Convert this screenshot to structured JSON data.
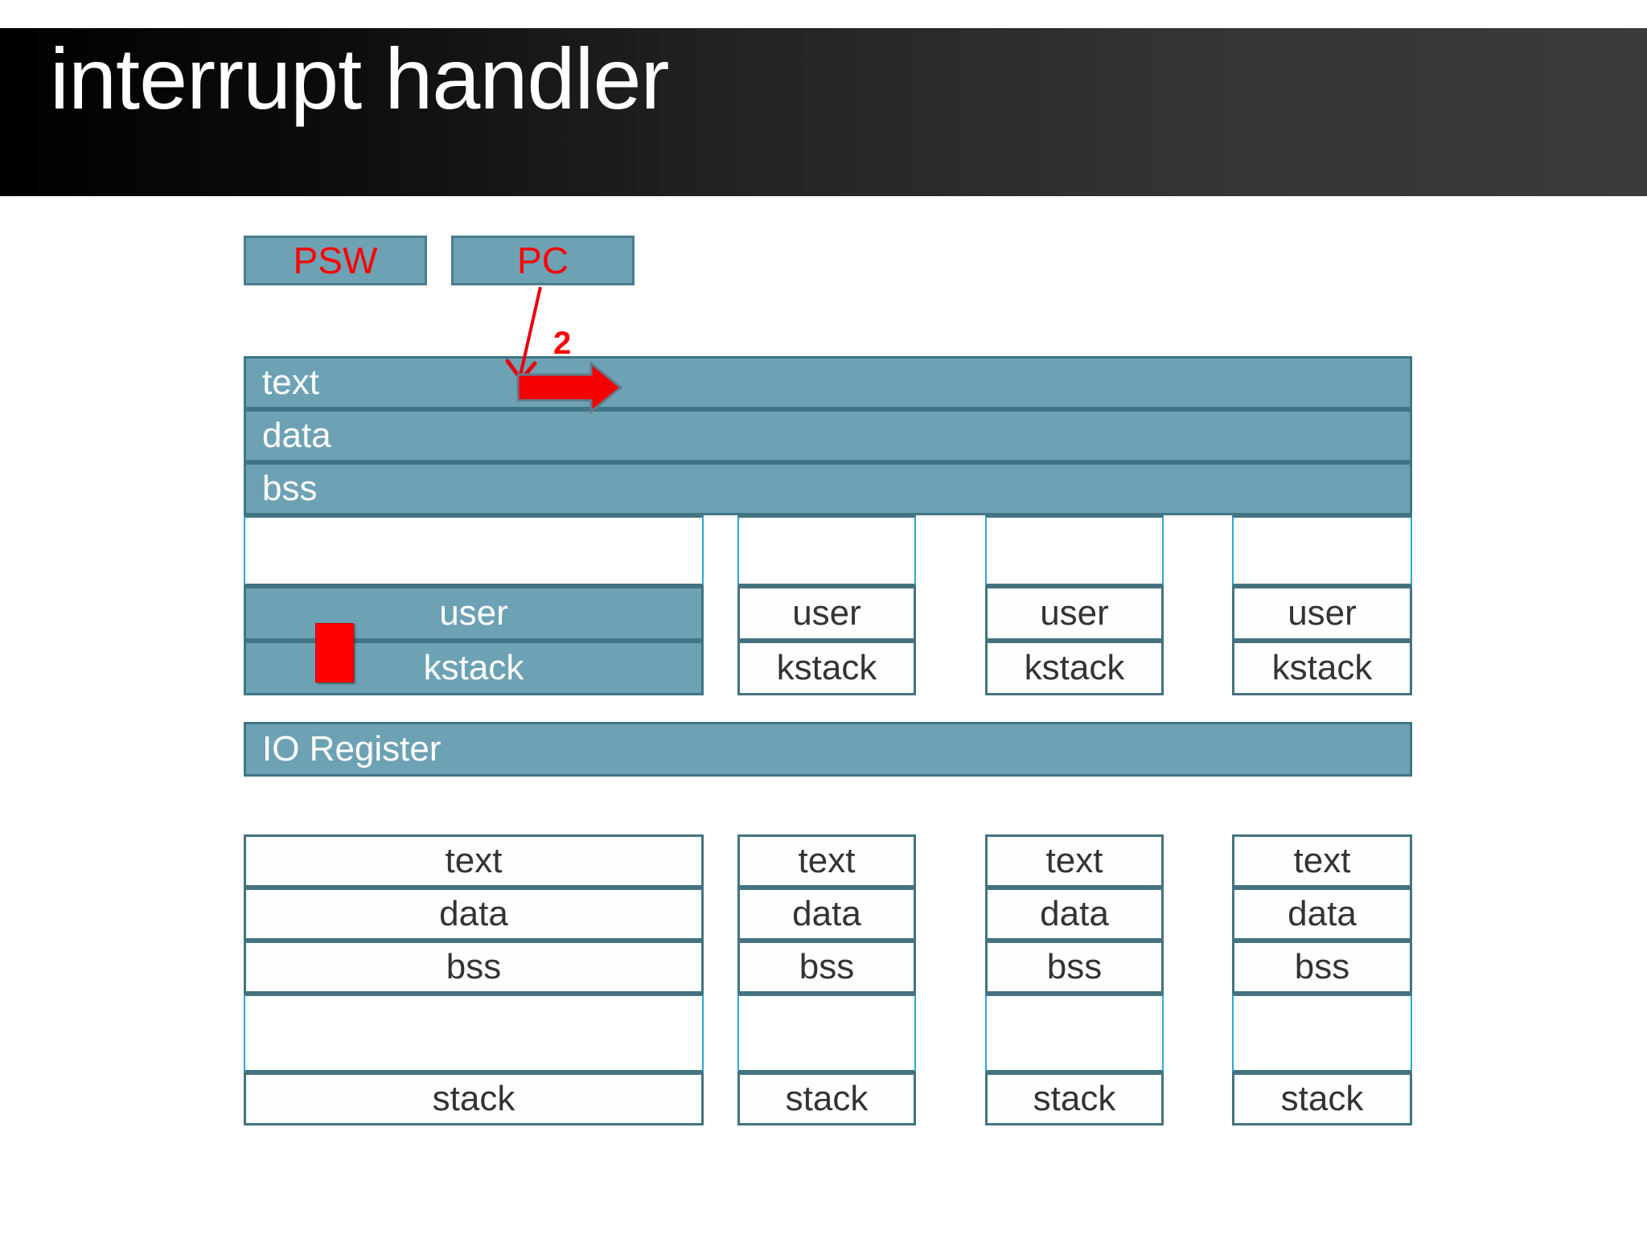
{
  "slide": {
    "title": "interrupt handler",
    "background_color": "#ffffff",
    "title_band_gradient_from": "#000000",
    "title_band_gradient_to": "#3b3b3b",
    "title_color": "#ffffff"
  },
  "colors": {
    "teal_fill": "#6da2b4",
    "teal_border": "#44737f",
    "light_blue_border": "#29a8d8",
    "red_accent": "#ff0000",
    "dark_text": "#333333",
    "white_text": "#ffffff"
  },
  "registers": [
    {
      "label": "PSW",
      "text_color": "#ff0000",
      "fill": "#6da2b4"
    },
    {
      "label": "PC",
      "text_color": "#ff0000",
      "fill": "#6da2b4"
    }
  ],
  "annotations": {
    "step_number": "2",
    "step_number_color": "#ff0000",
    "pointer_arrow": "pc-to-text-arrow",
    "block_arrow": "text-execution-arrow",
    "marker": "red-kstack-marker"
  },
  "kernel_memory": {
    "segments": [
      {
        "label": "text",
        "fill": "teal",
        "align": "left"
      },
      {
        "label": "data",
        "fill": "teal",
        "align": "left"
      },
      {
        "label": "bss",
        "fill": "teal",
        "align": "left"
      }
    ],
    "io_register": {
      "label": "IO Register",
      "fill": "teal",
      "align": "left"
    }
  },
  "process_stacks": [
    {
      "index": 1,
      "highlighted": true,
      "spacer": {
        "label": ""
      },
      "rows": [
        {
          "label": "user"
        },
        {
          "label": "kstack"
        }
      ]
    },
    {
      "index": 2,
      "highlighted": false,
      "spacer": {
        "label": ""
      },
      "rows": [
        {
          "label": "user"
        },
        {
          "label": "kstack"
        }
      ]
    },
    {
      "index": 3,
      "highlighted": false,
      "spacer": {
        "label": ""
      },
      "rows": [
        {
          "label": "user"
        },
        {
          "label": "kstack"
        }
      ]
    },
    {
      "index": 4,
      "highlighted": false,
      "spacer": {
        "label": ""
      },
      "rows": [
        {
          "label": "user"
        },
        {
          "label": "kstack"
        }
      ]
    }
  ],
  "process_images": [
    {
      "index": 1,
      "rows": [
        {
          "label": "text"
        },
        {
          "label": "data"
        },
        {
          "label": "bss"
        },
        {
          "label": ""
        },
        {
          "label": "stack"
        }
      ]
    },
    {
      "index": 2,
      "rows": [
        {
          "label": "text"
        },
        {
          "label": "data"
        },
        {
          "label": "bss"
        },
        {
          "label": ""
        },
        {
          "label": "stack"
        }
      ]
    },
    {
      "index": 3,
      "rows": [
        {
          "label": "text"
        },
        {
          "label": "data"
        },
        {
          "label": "bss"
        },
        {
          "label": ""
        },
        {
          "label": "stack"
        }
      ]
    },
    {
      "index": 4,
      "rows": [
        {
          "label": "text"
        },
        {
          "label": "data"
        },
        {
          "label": "bss"
        },
        {
          "label": ""
        },
        {
          "label": "stack"
        }
      ]
    }
  ]
}
